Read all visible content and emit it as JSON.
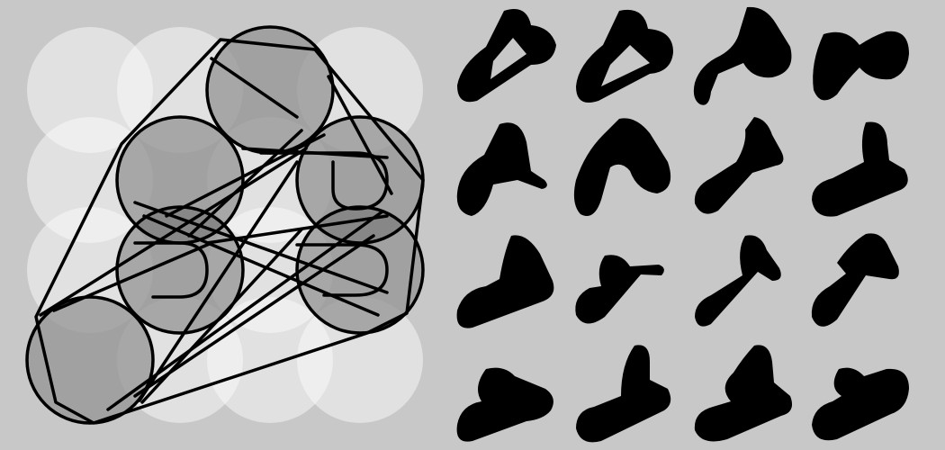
{
  "colors": {
    "background": "#c8c8c8",
    "grid_circle_fill": "#ffffff",
    "grid_circle_opacity": 0.45,
    "shape_circle_fill": "#6e6e6e",
    "shape_circle_opacity": 0.55,
    "stroke": "#000000",
    "glyph_fill": "#000000"
  },
  "diagram": {
    "grid": {
      "rows": 4,
      "cols": 4
    },
    "selected_circles": [
      {
        "row": 0,
        "col": 2
      },
      {
        "row": 1,
        "col": 1
      },
      {
        "row": 1,
        "col": 3
      },
      {
        "row": 2,
        "col": 1
      },
      {
        "row": 2,
        "col": 3
      },
      {
        "row": 3,
        "col": 0
      }
    ]
  },
  "glyphs": {
    "rows": 4,
    "cols": 4,
    "count": 16
  }
}
